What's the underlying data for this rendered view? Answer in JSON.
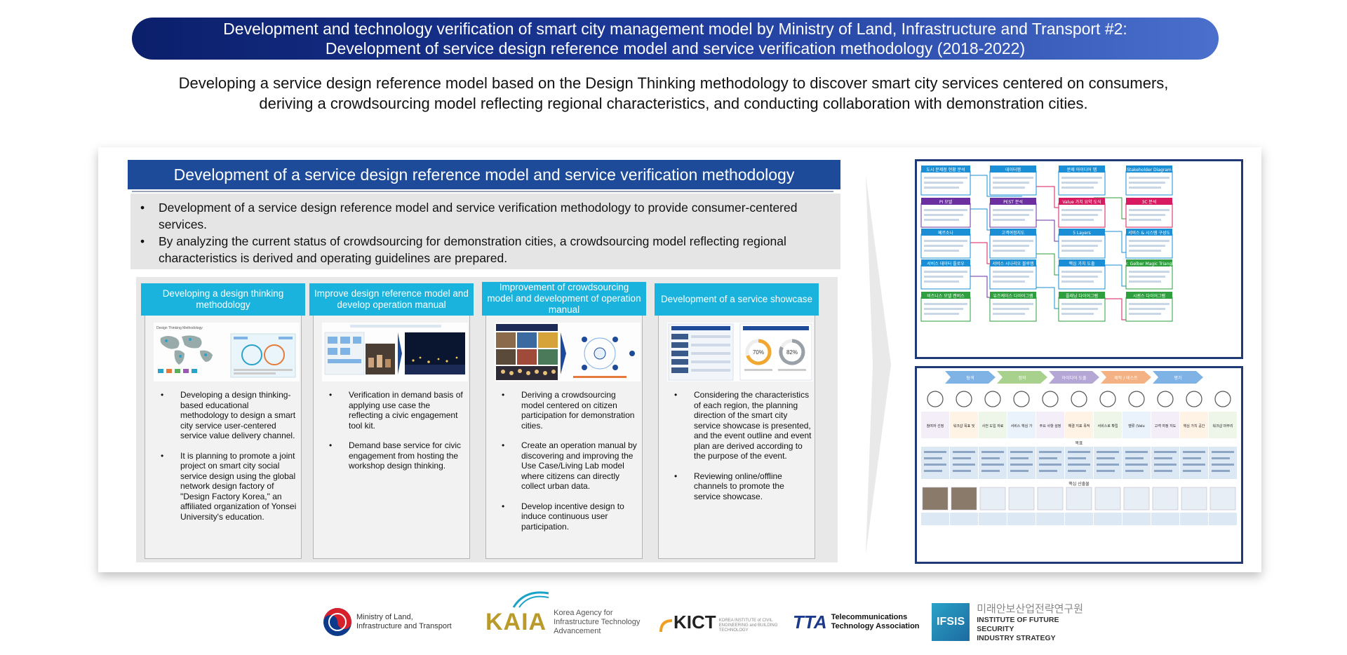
{
  "banner": {
    "line1": "Development and technology verification of smart city management model by Ministry of Land, Infrastructure and Transport #2:",
    "line2": "Development of service design reference model and service verification methodology (2018-2022)"
  },
  "subtitle": {
    "line1": "Developing a service design reference model based on the Design Thinking methodology to discover smart city services centered on consumers,",
    "line2": "deriving a crowdsourcing model reflecting regional characteristics, and conducting collaboration with demonstration cities."
  },
  "panel": {
    "title": "Development of a service design reference model and service verification methodology",
    "bullets": [
      "Development of a service design reference model and service verification methodology to provide consumer-centered services.",
      "By analyzing the current status of crowdsourcing for demonstration cities, a crowdsourcing model reflecting regional characteristics is derived and operating guidelines are prepared."
    ]
  },
  "cards": [
    {
      "title": "Developing a design thinking methodology",
      "bullets": [
        "Developing a design thinking-based educational methodology to design a smart city service user-centered service value delivery channel.",
        "It is planning to promote a joint project on smart city social service design using the global network design factory of \"Design Factory Korea,\" an affiliated organization of Yonsei University's education."
      ]
    },
    {
      "title": "Improve design reference model and develop operation manual",
      "bullets": [
        "Verification in demand basis of applying use case the reflecting a civic engagement tool kit.",
        "Demand base service for civic engagement from hosting the workshop design thinking."
      ]
    },
    {
      "title": "Improvement of crowdsourcing model and development of operation manual",
      "bullets": [
        "Deriving a crowdsourcing model centered on citizen participation for demonstration cities.",
        "Create an operation manual by discovering and improving the Use Case/Living Lab model where citizens can directly collect urban data.",
        "Develop incentive design to induce continuous user participation."
      ]
    },
    {
      "title": "Development of a service showcase",
      "bullets": [
        "Considering the characteristics of each region, the planning direction of the smart city service showcase is presented, and the event outline and event plan are derived according to the purpose of the event.",
        "Reviewing online/offline channels to promote the service showcase."
      ]
    }
  ],
  "card_images": {
    "card1_caption": "Design Thinking Methodology",
    "card4_pct_a": "70%",
    "card4_pct_b": "82%"
  },
  "diagram1": {
    "boxes": [
      "도시 문제점 현황 분석",
      "데이터맵",
      "문제 아이디어 맵",
      "Stakeholder Diagram",
      "PI 모델",
      "PEST 분석",
      "Value 가치 요약 도식",
      "3C 분석",
      "페르소나",
      "고객여정지도",
      "5 Layers",
      "서비스 & 시스템 구성도",
      "서비스 데이터 플로우",
      "서비스 시나리오 블루맵",
      "핵심 가치 도출",
      "Dr. Gelber Magic Triangle",
      "비즈니스 모델 캔버스",
      "유즈케이스 다이어그램",
      "플래닝 다이어그램",
      "시퀀스 다이어그램"
    ],
    "colors": [
      "#1a8fd6",
      "#1a8fd6",
      "#1a8fd6",
      "#1a8fd6",
      "#6b2fa0",
      "#6b2fa0",
      "#d81b60",
      "#d81b60",
      "#1a8fd6",
      "#1a8fd6",
      "#1a8fd6",
      "#1a8fd6",
      "#1a8fd6",
      "#1a8fd6",
      "#1a8fd6",
      "#2e9e3e",
      "#2e9e3e",
      "#2e9e3e",
      "#2e9e3e",
      "#2e9e3e"
    ]
  },
  "diagram2": {
    "phases": [
      "탐색",
      "정의",
      "아이디어 도출",
      "제작 / 테스트",
      "평가"
    ],
    "phase_colors": [
      "#7fb2e5",
      "#a9d18e",
      "#b4a7d6",
      "#f4b183",
      "#7fb2e5"
    ],
    "row_steps": [
      "참여자 선정",
      "워크샵 목표 및 디자인원칙 설정",
      "사전 도입 자료 검토",
      "서비스 핵심 가치 도출",
      "주요 사항 설정",
      "해결 지표 목적 설정",
      "서비스로 확립 및 검토 포인트 정의",
      "벨류 (Value) 도출",
      "고객 여정 지도 완성",
      "핵심 가치 공간 분석 계획 요점",
      "워크샵 마무리 및 정리"
    ],
    "goal_label": "목표",
    "output_label": "핵심 산출물"
  },
  "logos": {
    "molit": "Ministry of Land,\nInfrastructure and Transport",
    "molit_line1": "Ministry of Land,",
    "molit_line2": "Infrastructure and Transport",
    "kaia_mark": "KAIA",
    "kaia_line1": "Korea Agency for",
    "kaia_line2": "Infrastructure Technology",
    "kaia_line3": "Advancement",
    "kict_mark": "KICT",
    "kict_sub": "KOREA INSTITUTE of CIVIL ENGINEERING and BUILDING TECHNOLOGY",
    "tta_mark": "TTA",
    "tta_line1": "Telecommunications",
    "tta_line2": "Technology Association",
    "ifsis_mark": "IFSIS",
    "ifsis_kr": "미래안보산업전략연구원",
    "ifsis_line1": "INSTITUTE OF FUTURE SECURITY",
    "ifsis_line2": "INDUSTRY STRATEGY"
  },
  "colors": {
    "banner_dark": "#0b1f6b",
    "banner_light": "#4a70cc",
    "panel_title": "#1d4b9a",
    "card_head": "#1ab3dd",
    "diagram_border": "#1f3a74"
  }
}
